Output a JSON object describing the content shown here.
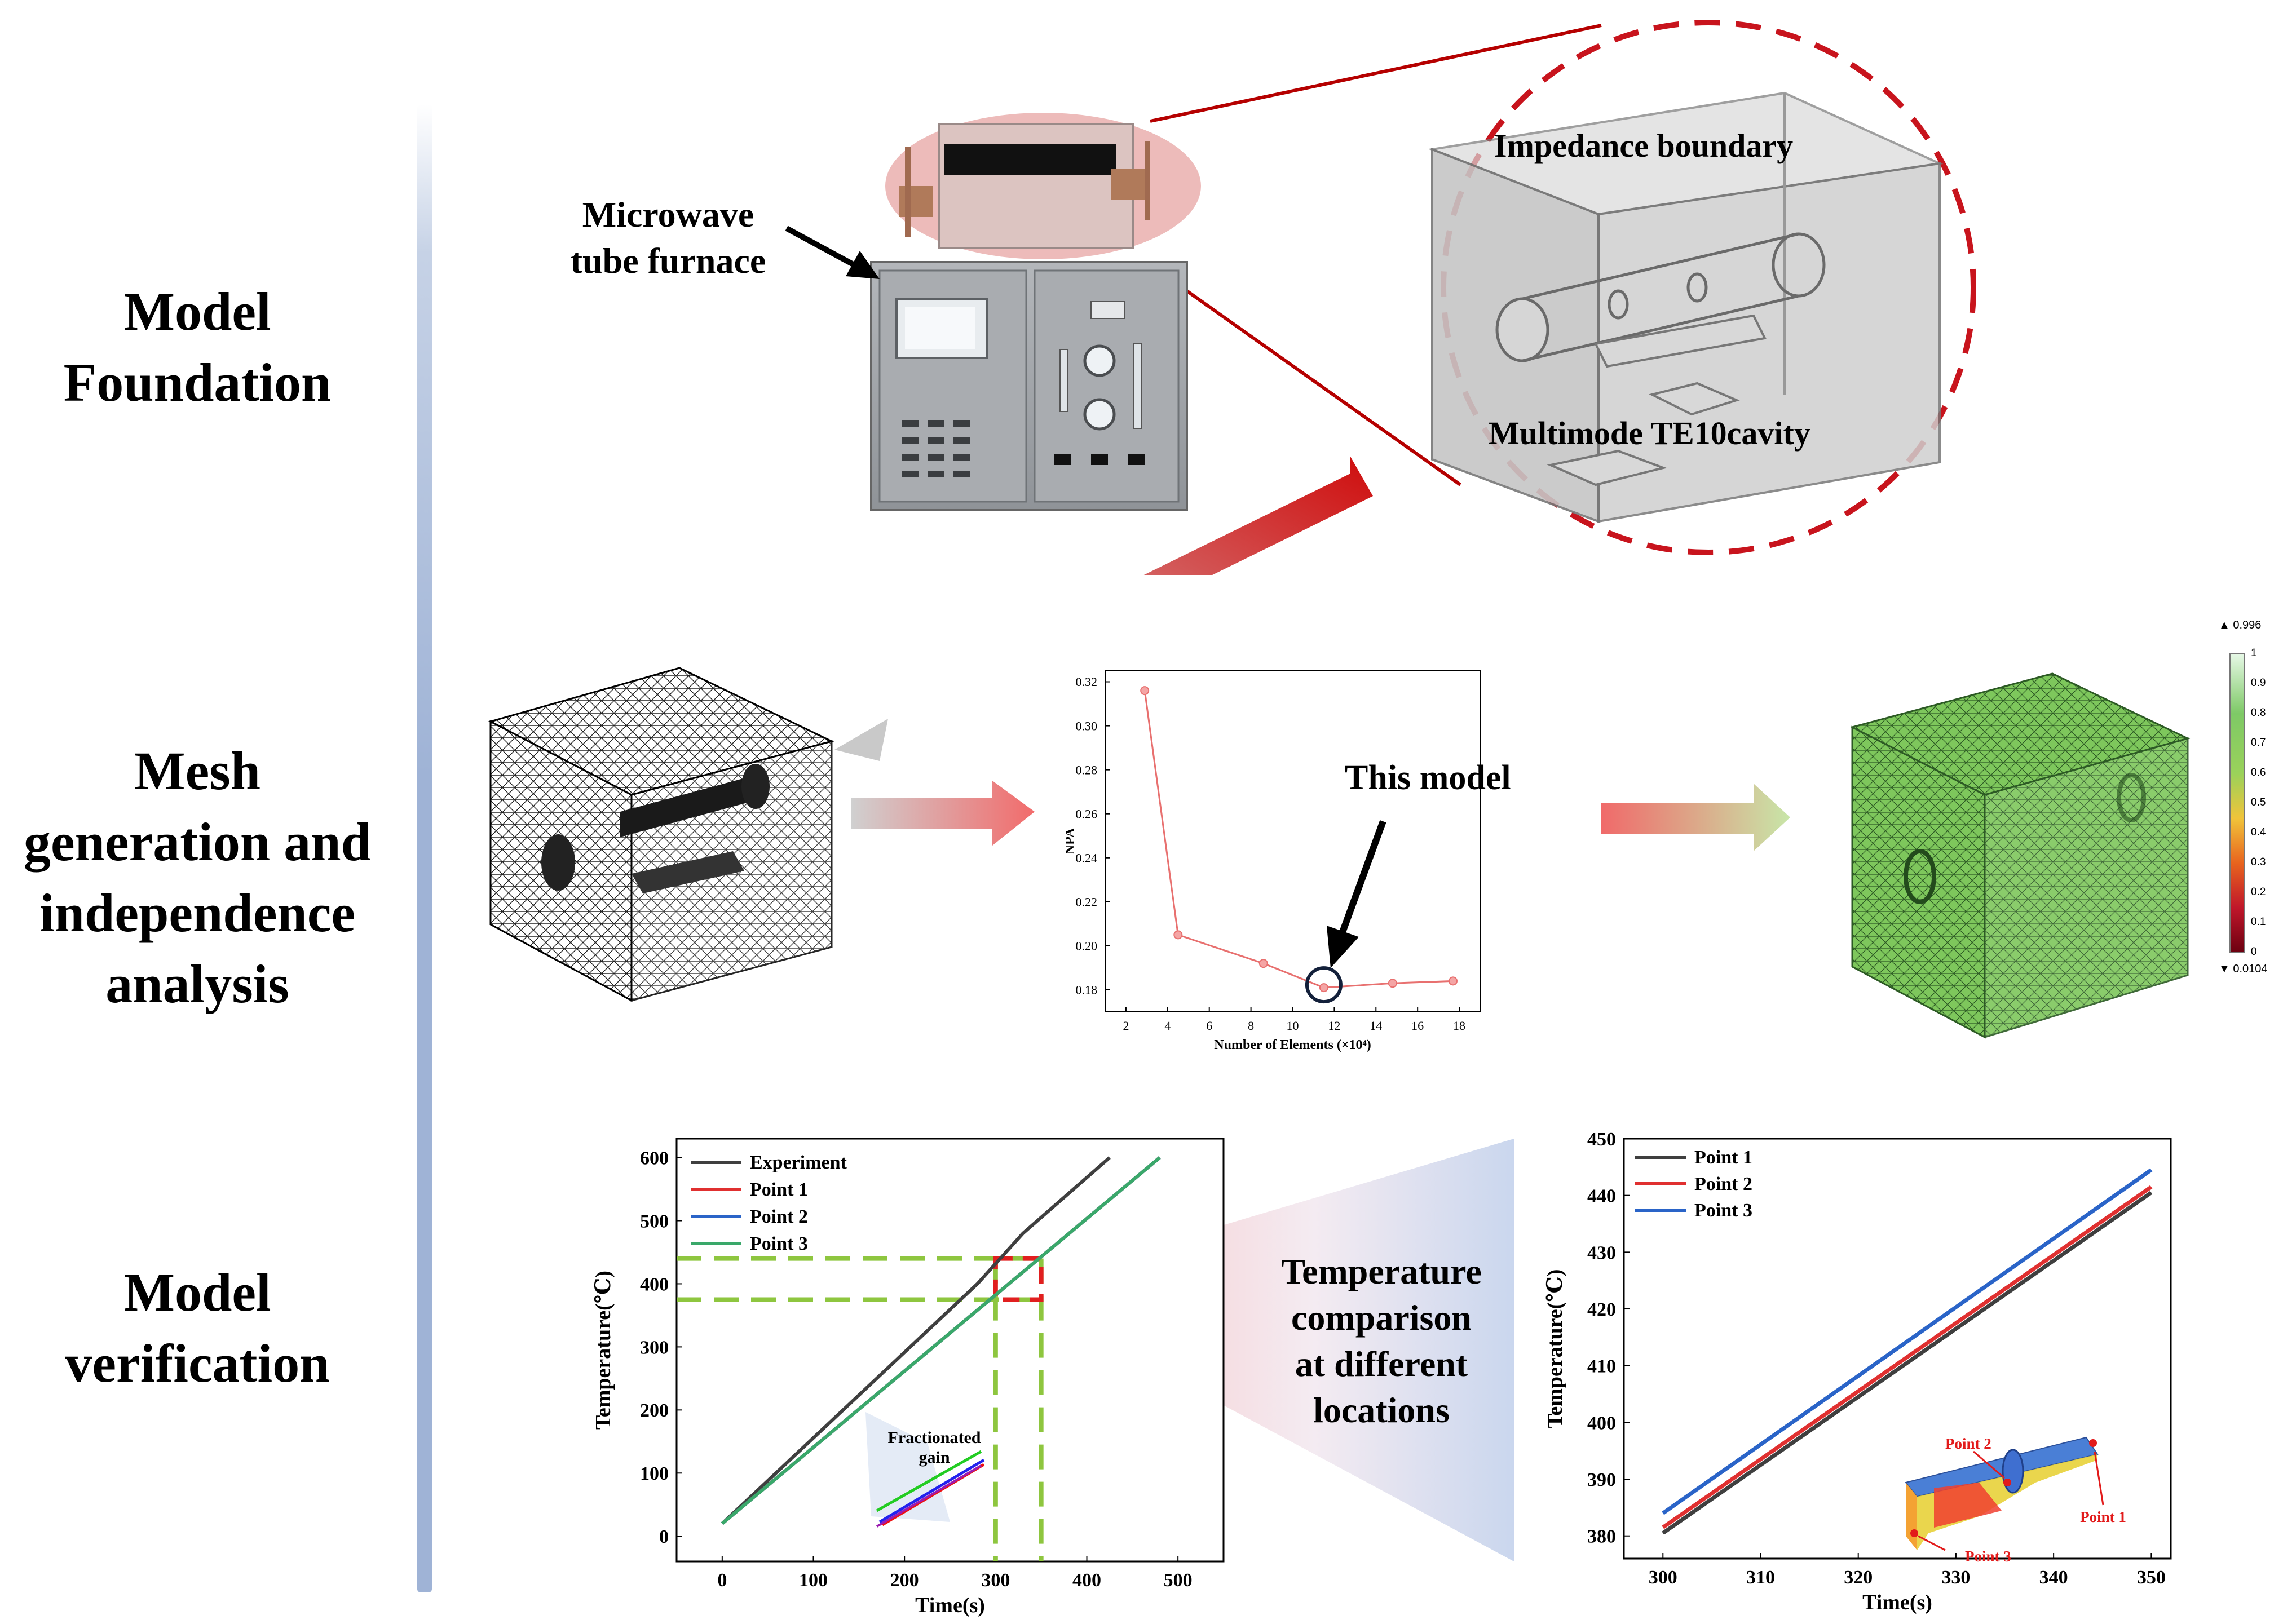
{
  "stages": [
    {
      "lines": [
        "Model",
        "Foundation"
      ]
    },
    {
      "lines": [
        "Mesh",
        "generation and",
        "independence",
        "analysis"
      ]
    },
    {
      "lines": [
        "Model",
        "verification"
      ]
    }
  ],
  "foundation": {
    "furnace_label_lines": [
      "Microwave",
      "tube furnace"
    ],
    "impedance_label": "Impedance boundary",
    "cavity_label": "Multimode TE10cavity"
  },
  "mesh": {
    "annotation": "This model",
    "colorbar": {
      "max_label": "▲ 0.996",
      "min_label": "▼ 0.0104",
      "ticks": [
        "1",
        "0.9",
        "0.8",
        "0.7",
        "0.6",
        "0.5",
        "0.4",
        "0.3",
        "0.2",
        "0.1",
        "0"
      ]
    }
  },
  "verification": {
    "inset_label_lines": [
      "Fractionated",
      "gain"
    ],
    "comparison_label_lines": [
      "Temperature",
      "comparison",
      "at different",
      "locations"
    ],
    "probe_labels": [
      "Point 1",
      "Point 2",
      "Point 3"
    ]
  },
  "chart_data": [
    {
      "type": "line",
      "xlabel": "Number of Elements (×10⁴)",
      "ylabel": "NPA",
      "xlim": [
        1,
        19
      ],
      "ylim": [
        0.17,
        0.325
      ],
      "xticks": [
        2,
        4,
        6,
        8,
        10,
        12,
        14,
        16,
        18
      ],
      "yticks": [
        0.18,
        0.2,
        0.22,
        0.24,
        0.26,
        0.28,
        0.3,
        0.32
      ],
      "x": [
        2.9,
        4.5,
        8.6,
        11.5,
        14.8,
        17.7
      ],
      "y": [
        0.316,
        0.205,
        0.192,
        0.181,
        0.183,
        0.184
      ],
      "color": "#e8706f"
    },
    {
      "type": "line",
      "xlabel": "Time(s)",
      "ylabel": "Temperature(℃)",
      "xlim": [
        -50,
        550
      ],
      "ylim": [
        -40,
        630
      ],
      "xticks": [
        0,
        100,
        200,
        300,
        400,
        500
      ],
      "yticks": [
        0,
        100,
        200,
        300,
        400,
        500,
        600
      ],
      "legend": "top-left",
      "series": [
        {
          "name": "Experiment",
          "color": "#3f3f3f",
          "x": [
            0,
            280,
            330,
            425
          ],
          "y": [
            20,
            400,
            480,
            600
          ]
        },
        {
          "name": "Point 1",
          "color": "#e03030",
          "x": [
            0,
            480
          ],
          "y": [
            20,
            600
          ]
        },
        {
          "name": "Point 2",
          "color": "#2a64c8",
          "x": [
            0,
            480
          ],
          "y": [
            20,
            600
          ]
        },
        {
          "name": "Point 3",
          "color": "#3aa86a",
          "x": [
            0,
            480
          ],
          "y": [
            20,
            600
          ]
        }
      ]
    },
    {
      "type": "line",
      "xlabel": "Time(s)",
      "ylabel": "Temperature(℃)",
      "xlim": [
        296,
        352
      ],
      "ylim": [
        376,
        450
      ],
      "xticks": [
        300,
        310,
        320,
        330,
        340,
        350
      ],
      "yticks": [
        380,
        390,
        400,
        410,
        420,
        430,
        440,
        450
      ],
      "legend": "top-left",
      "series": [
        {
          "name": "Point 1",
          "color": "#3f3f3f",
          "x": [
            300,
            350
          ],
          "y": [
            380.5,
            440.5
          ]
        },
        {
          "name": "Point 2",
          "color": "#e03030",
          "x": [
            300,
            350
          ],
          "y": [
            381.5,
            441.5
          ]
        },
        {
          "name": "Point 3",
          "color": "#2a64c8",
          "x": [
            300,
            350
          ],
          "y": [
            384,
            444.5
          ]
        }
      ]
    }
  ]
}
